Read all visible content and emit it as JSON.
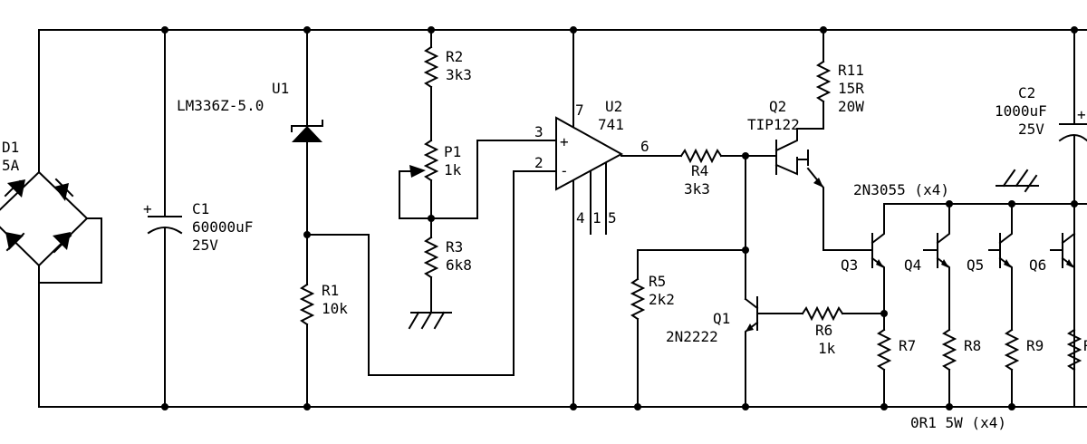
{
  "labels": {
    "d1_ref": "D1",
    "d1_val": "5A",
    "c1_ref": "C1",
    "c1_val": "60000uF",
    "c1_v": "25V",
    "u1_ref": "U1",
    "u1_val": "LM336Z-5.0",
    "r1_ref": "R1",
    "r1_val": "10k",
    "r2_ref": "R2",
    "r2_val": "3k3",
    "p1_ref": "P1",
    "p1_val": "1k",
    "r3_ref": "R3",
    "r3_val": "6k8",
    "u2_ref": "U2",
    "u2_val": "741",
    "pin7": "7",
    "pin3": "3",
    "pin2": "2",
    "pin6": "6",
    "pin4": "4",
    "pin1": "1",
    "pin5": "5",
    "r4_ref": "R4",
    "r4_val": "3k3",
    "q2_ref": "Q2",
    "q2_val": "TIP122",
    "r11_ref": "R11",
    "r11_val": "15R",
    "r11_w": "20W",
    "c2_ref": "C2",
    "c2_val": "1000uF",
    "c2_v": "25V",
    "q_group": "2N3055 (x4)",
    "q3": "Q3",
    "q4": "Q4",
    "q5": "Q5",
    "q6": "Q6",
    "r5_ref": "R5",
    "r5_val": "2k2",
    "q1_ref": "Q1",
    "q1_val": "2N2222",
    "r6_ref": "R6",
    "r6_val": "1k",
    "r7": "R7",
    "r8": "R8",
    "r9": "R9",
    "r10_partial": "R",
    "r_group": "0R1 5W (x4)",
    "plus": "+",
    "minus": "-"
  }
}
